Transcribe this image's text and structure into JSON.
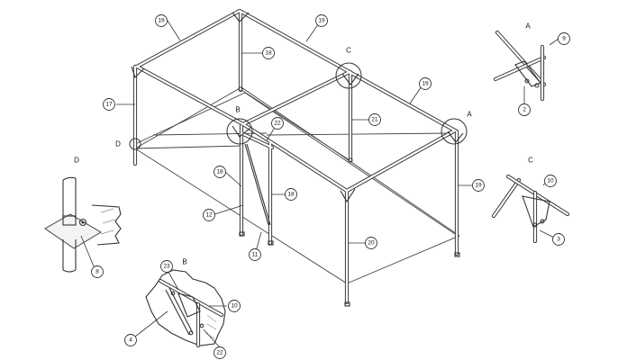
{
  "callouts": {
    "c19a": "19",
    "c19b": "19",
    "c19c": "19",
    "c19d": "19",
    "c18a": "18",
    "c18b": "18",
    "c18c": "18",
    "c17": "17",
    "c22a": "22",
    "c21": "21",
    "c20": "20",
    "c12": "12",
    "c11": "11",
    "c9": "9",
    "c2": "2",
    "c10a": "10",
    "c3": "3",
    "c8": "8",
    "c23": "23",
    "c10b": "10",
    "c4": "4",
    "c22b": "22"
  },
  "letters": {
    "view_a": "A",
    "view_b": "B",
    "view_c": "C",
    "view_d": "D",
    "detail_a": "A",
    "detail_b": "B",
    "detail_c": "C",
    "detail_d": "D"
  }
}
